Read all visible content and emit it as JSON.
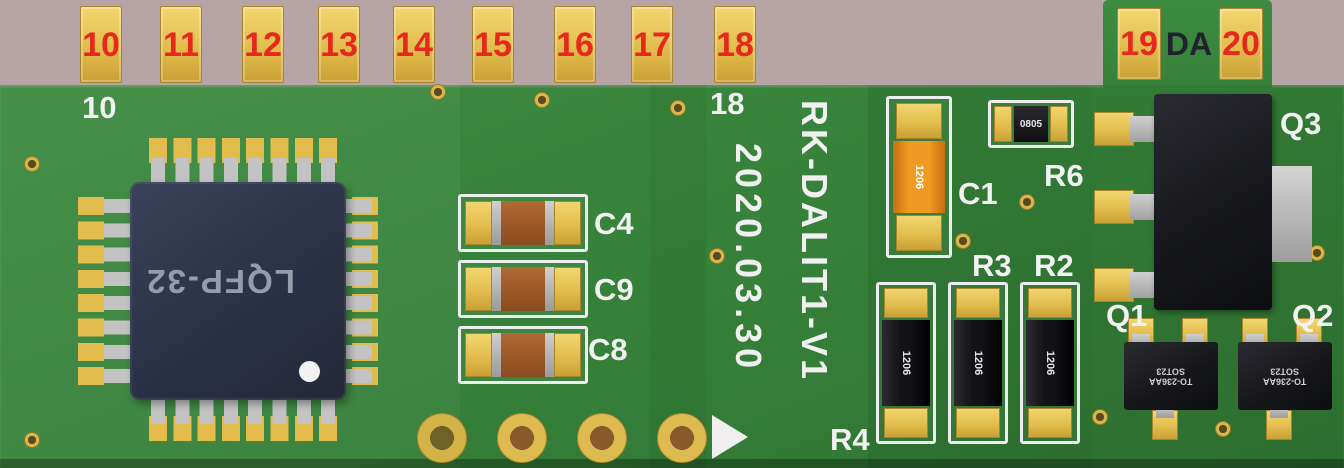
{
  "connector": {
    "top_pads": [
      {
        "number": "10"
      },
      {
        "number": "11"
      },
      {
        "number": "12"
      },
      {
        "number": "13"
      },
      {
        "number": "14"
      },
      {
        "number": "15"
      },
      {
        "number": "16"
      },
      {
        "number": "17"
      },
      {
        "number": "18"
      }
    ],
    "right_pads": [
      {
        "number": "19"
      },
      {
        "number": "20"
      }
    ],
    "da_label": "DA"
  },
  "silkscreen": {
    "pin10": "10",
    "pin18": "18",
    "date": "2020.03.30",
    "model": "RK-DALIT1-V1",
    "c4": "C4",
    "c9": "C9",
    "c8": "C8",
    "c1": "C1",
    "r6": "R6",
    "r3": "R3",
    "r2": "R2",
    "r4": "R4",
    "q1": "Q1",
    "q2": "Q2",
    "q3": "Q3"
  },
  "components": {
    "ic_marking": "LQFP-32",
    "c1_marking": "1206",
    "r6_marking": "0805",
    "resistor_markings": [
      "1206",
      "1206",
      "1206"
    ],
    "sot23_marking_line1": "SOT23",
    "sot23_marking_line2": "TO-236AA"
  },
  "colors": {
    "background": "#b7a4a4",
    "board_green": "#37823a",
    "pad_gold": "#e2bd4e",
    "number_red": "#e6281e",
    "silkscreen_white": "#f2f2f2",
    "chip_navy": "#2b3146",
    "cap_orange": "#ef9a22",
    "cap_brown": "#9c5a28",
    "component_black": "#17181c"
  }
}
